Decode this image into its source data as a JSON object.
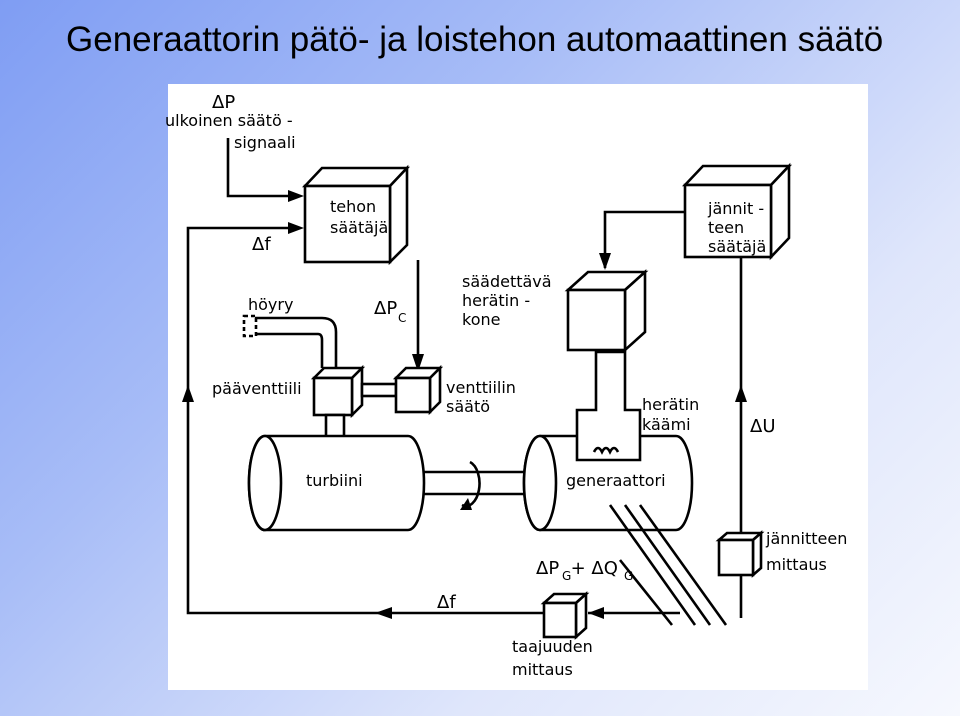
{
  "title": "Generaattorin pätö- ja loistehon automaattinen säätö",
  "diagram": {
    "delta_p": "ΔP",
    "external_signal_1": "ulkoinen säätö -",
    "external_signal_2": "signaali",
    "power_controller_1": "tehon",
    "power_controller_2": "säätäjä",
    "delta_f_top": "Δf",
    "steam": "höyry",
    "delta_pc": "ΔP",
    "delta_pc_sub": "C",
    "main_valve": "pääventtiili",
    "valve_control_1": "venttiilin",
    "valve_control_2": "säätö",
    "turbine": "turbiini",
    "exciter_1": "säädettävä",
    "exciter_2": "herätin -",
    "exciter_3": "kone",
    "voltage_regulator_1": "jännit -",
    "voltage_regulator_2": "teen",
    "voltage_regulator_3": "säätäjä",
    "field_winding_1": "herätin",
    "field_winding_2": "käämi",
    "delta_u": "ΔU",
    "generator": "generaattori",
    "pg_qg": "ΔP  + ΔQ",
    "pg_sub": "G",
    "qg_sub": "G",
    "voltage_meas_1": "jännitteen",
    "voltage_meas_2": "mittaus",
    "delta_f_bottom": "Δf",
    "freq_meas_1": "taajuuden",
    "freq_meas_2": "mittaus"
  }
}
